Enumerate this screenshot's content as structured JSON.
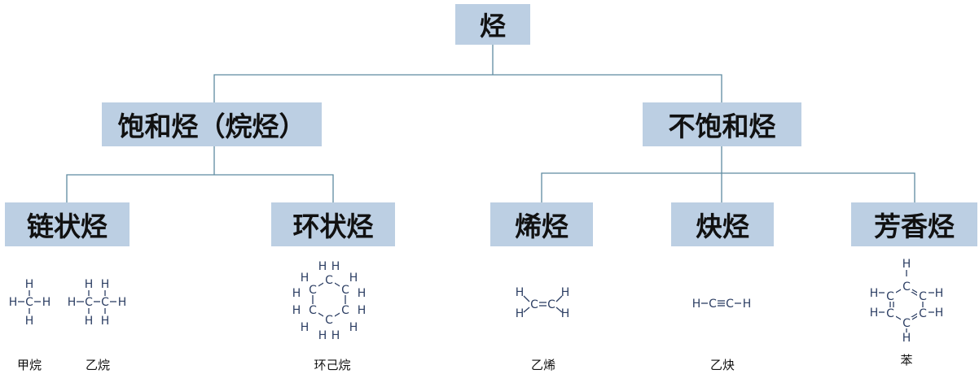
{
  "tree": {
    "root": "烃",
    "saturated": "饱和烃（烷烃）",
    "unsaturated": "不饱和烃",
    "chain": "链状烃",
    "cyclic": "环状烃",
    "alkene": "烯烃",
    "alkyne": "炔烃",
    "aromatic": "芳香烃"
  },
  "molecules": {
    "methane": "甲烷",
    "ethane": "乙烷",
    "cyclohexane": "环己烷",
    "ethene": "乙烯",
    "ethyne": "乙炔",
    "benzene": "苯"
  },
  "atoms": {
    "h": "H",
    "c": "C"
  },
  "colors": {
    "node_fill": "#bccfe3",
    "connector": "#5e8aa0",
    "structure": "#2c3e63"
  }
}
